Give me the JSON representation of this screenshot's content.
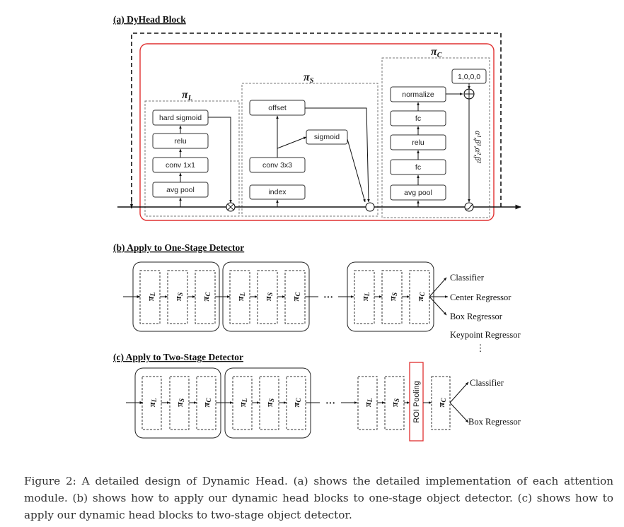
{
  "panel_a": {
    "title": "(a) DyHead Block",
    "pi_l": {
      "symbol": "π",
      "sub": "L"
    },
    "pi_s": {
      "symbol": "π",
      "sub": "S"
    },
    "pi_c": {
      "symbol": "π",
      "sub": "C"
    },
    "scale_boxes": [
      "avg pool",
      "conv 1x1",
      "relu",
      "hard sigmoid"
    ],
    "spatial_boxes": [
      "index",
      "conv 3x3",
      "offset",
      "sigmoid"
    ],
    "task_boxes": [
      "avg pool",
      "fc",
      "relu",
      "fc",
      "normalize"
    ],
    "init_value": "1,0,0,0",
    "params_label": "α¹,β¹,α²,β²"
  },
  "panel_b": {
    "title": "(b) Apply to One-Stage Detector",
    "ellipsis": "···",
    "outputs": [
      "Classifier",
      "Center Regressor",
      "Box Regressor",
      "Keypoint Regressor"
    ],
    "more": "⋮"
  },
  "panel_c": {
    "title": "(c) Apply to Two-Stage Detector",
    "ellipsis": "···",
    "roi": "ROI Pooling",
    "outputs": [
      "Classifier",
      "Box Regressor"
    ]
  },
  "caption": "Figure 2: A detailed design of Dynamic Head. (a) shows the detailed implementation of each attention module. (b) shows how to apply our dynamic head blocks to one-stage object detector. (c) shows how to apply our dynamic head blocks to two-stage object detector.",
  "colors": {
    "accent_red": "#e03030",
    "line": "#111111",
    "dash_gray": "#777777"
  }
}
